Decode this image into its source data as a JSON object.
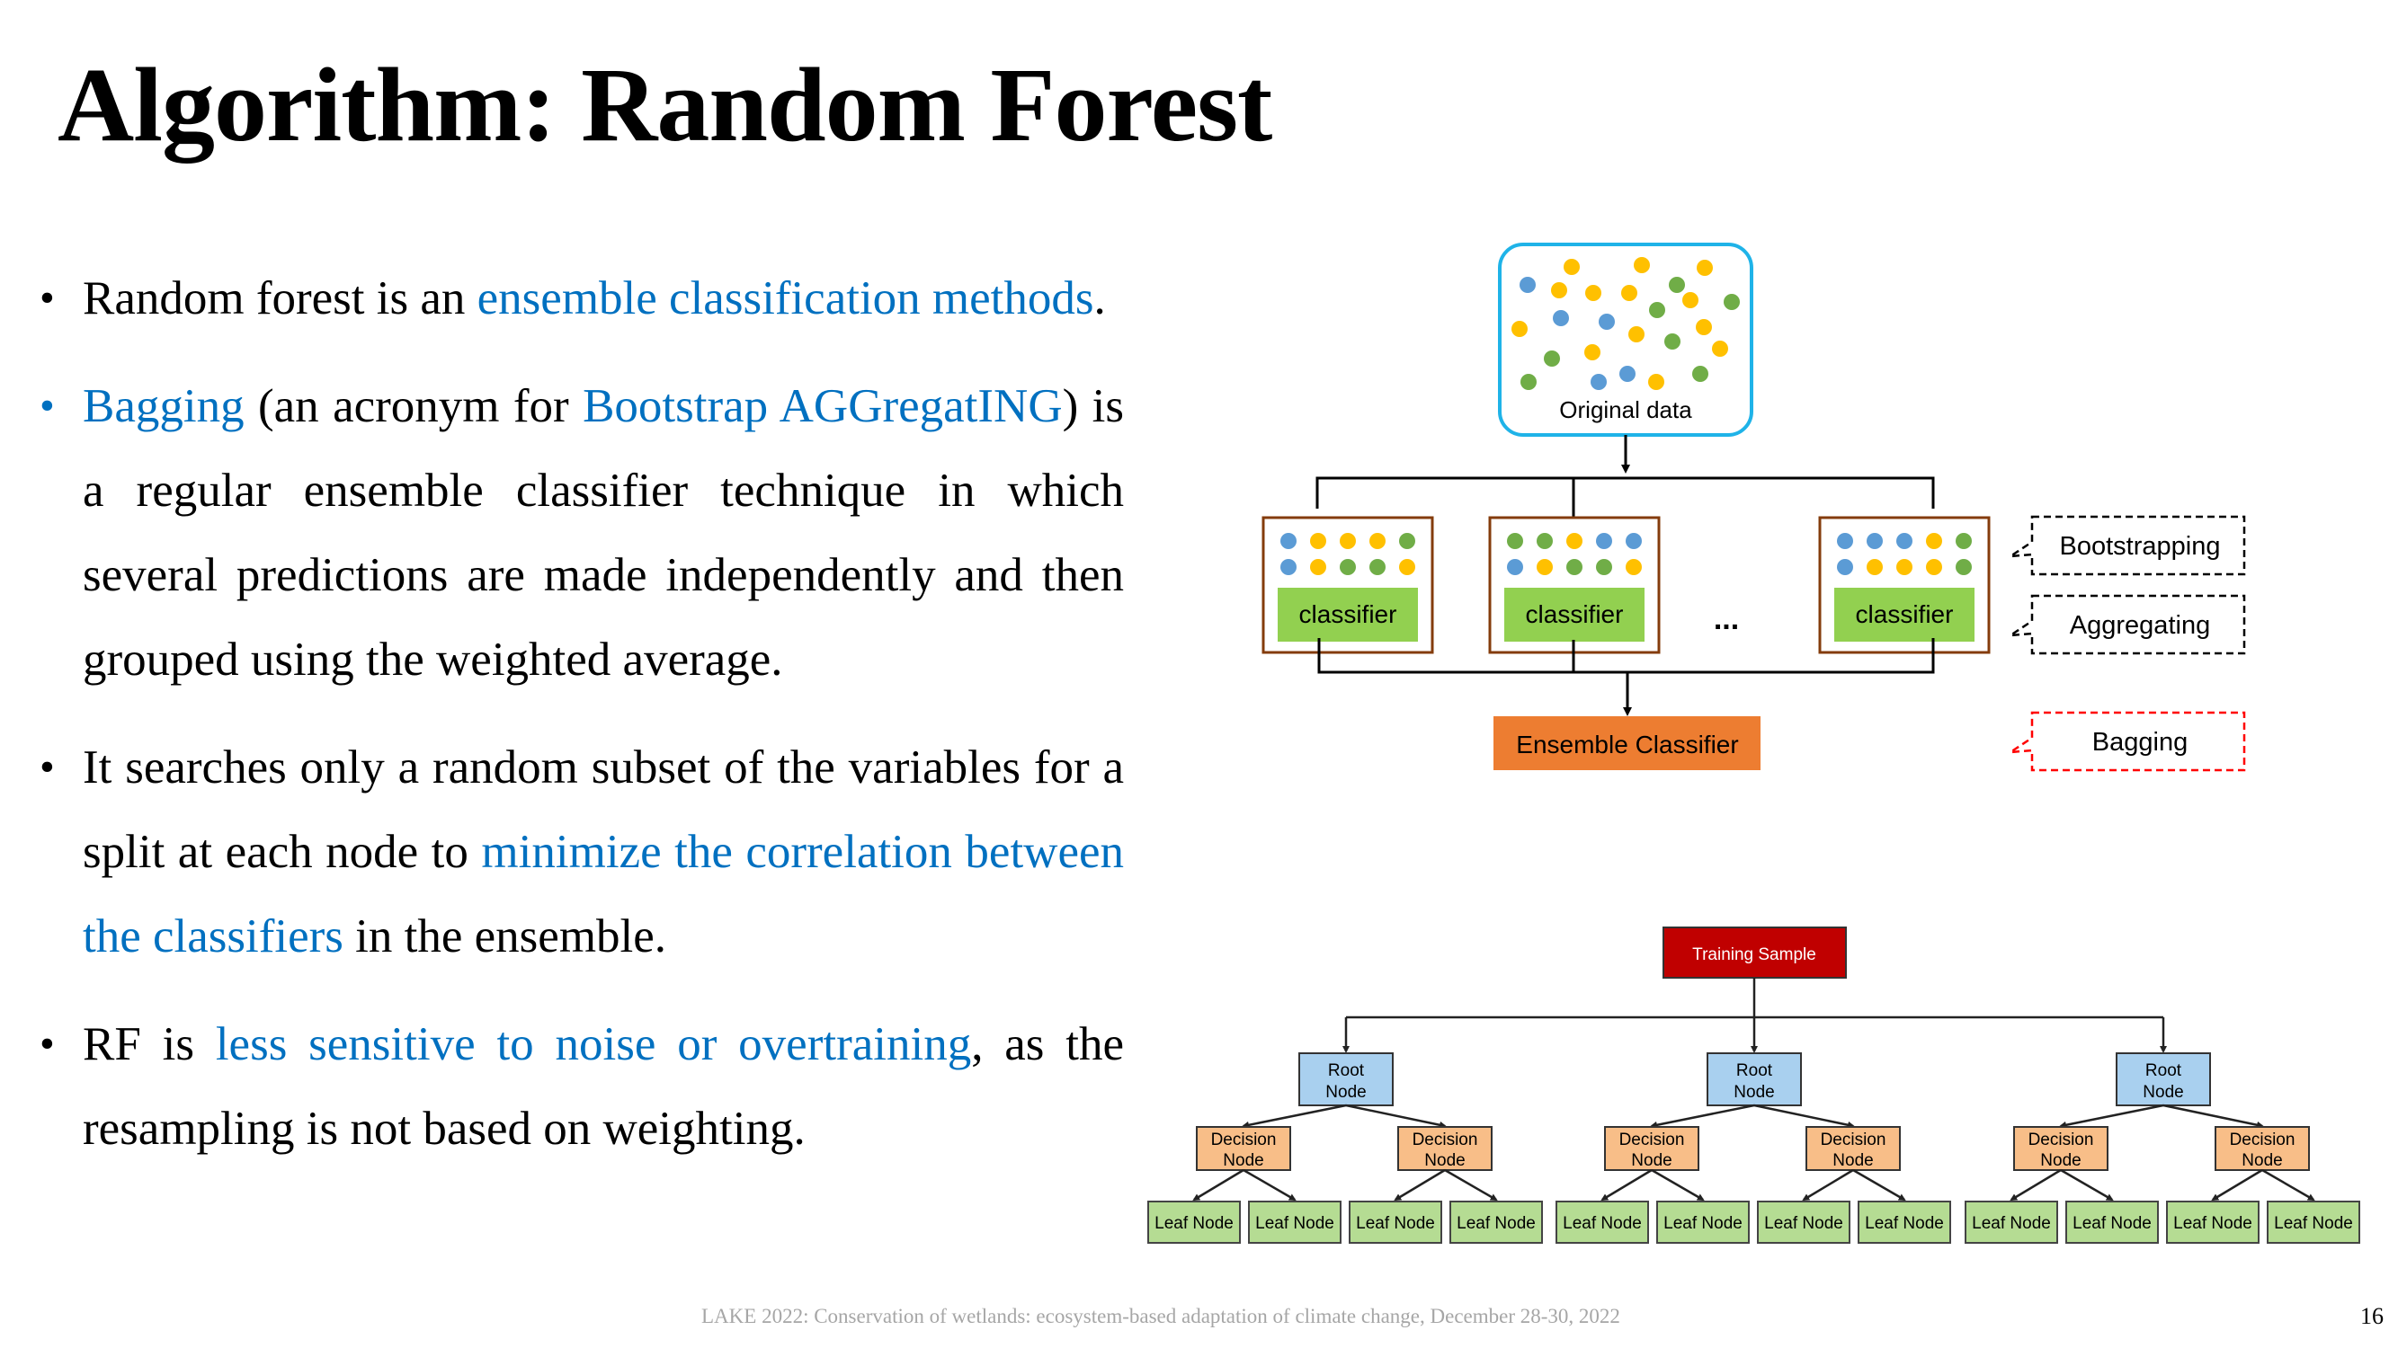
{
  "slide": {
    "title": "Algorithm: Random Forest",
    "bullets": [
      {
        "segments": [
          {
            "text": "Random forest is an ",
            "hl": false
          },
          {
            "text": "ensemble classification methods",
            "hl": true
          },
          {
            "text": ".",
            "hl": false
          }
        ]
      },
      {
        "segments": [
          {
            "text": "Bagging",
            "hl": true
          },
          {
            "text": " (an acronym for ",
            "hl": false
          },
          {
            "text": "Bootstrap AGGregatING",
            "hl": true
          },
          {
            "text": ") is a regular ensemble classifier technique in which several predictions are made independently and then grouped using the weighted average.",
            "hl": false
          }
        ],
        "blue_bullet": true
      },
      {
        "segments": [
          {
            "text": "It searches only a random subset of the variables for a split at each node to ",
            "hl": false
          },
          {
            "text": "minimize the correlation between the classifiers",
            "hl": true
          },
          {
            "text": " in the  ensemble.",
            "hl": false
          }
        ]
      },
      {
        "segments": [
          {
            "text": "RF is ",
            "hl": false
          },
          {
            "text": "less sensitive to noise or overtraining",
            "hl": true
          },
          {
            "text": ", as the resampling is not based on weighting.",
            "hl": false
          }
        ]
      }
    ],
    "footer": "LAKE 2022: Conservation of wetlands: ecosystem-based adaptation of climate change, December 28-30, 2022",
    "page_number": "16"
  },
  "colors": {
    "highlight": "#0070c0",
    "blue_dot": "#5b9bd5",
    "yellow_dot": "#ffc000",
    "green_dot": "#70ad47"
  },
  "bagging_diagram": {
    "original_label": "Original data",
    "classifier_label": "classifier",
    "ellipsis": "...",
    "ensemble_label": "Ensemble Classifier",
    "annotations": [
      {
        "label": "Bootstrapping",
        "color": "#000000"
      },
      {
        "label": "Aggregating",
        "color": "#000000"
      },
      {
        "label": "Bagging",
        "color": "#ff0000"
      }
    ],
    "samples": [
      [
        "blue",
        "yellow",
        "yellow",
        "yellow",
        "green",
        "blue",
        "yellow",
        "green",
        "green",
        "yellow"
      ],
      [
        "green",
        "green",
        "yellow",
        "blue",
        "blue",
        "blue",
        "yellow",
        "green",
        "green",
        "yellow"
      ],
      [
        "blue",
        "blue",
        "blue",
        "yellow",
        "green",
        "blue",
        "yellow",
        "yellow",
        "yellow",
        "green"
      ]
    ]
  },
  "tree_diagram": {
    "training_label": "Training Sample",
    "root_label": [
      "Root",
      "Node"
    ],
    "decision_label": [
      "Decision",
      "Node"
    ],
    "leaf_label": "Leaf Node",
    "trees": 3
  }
}
